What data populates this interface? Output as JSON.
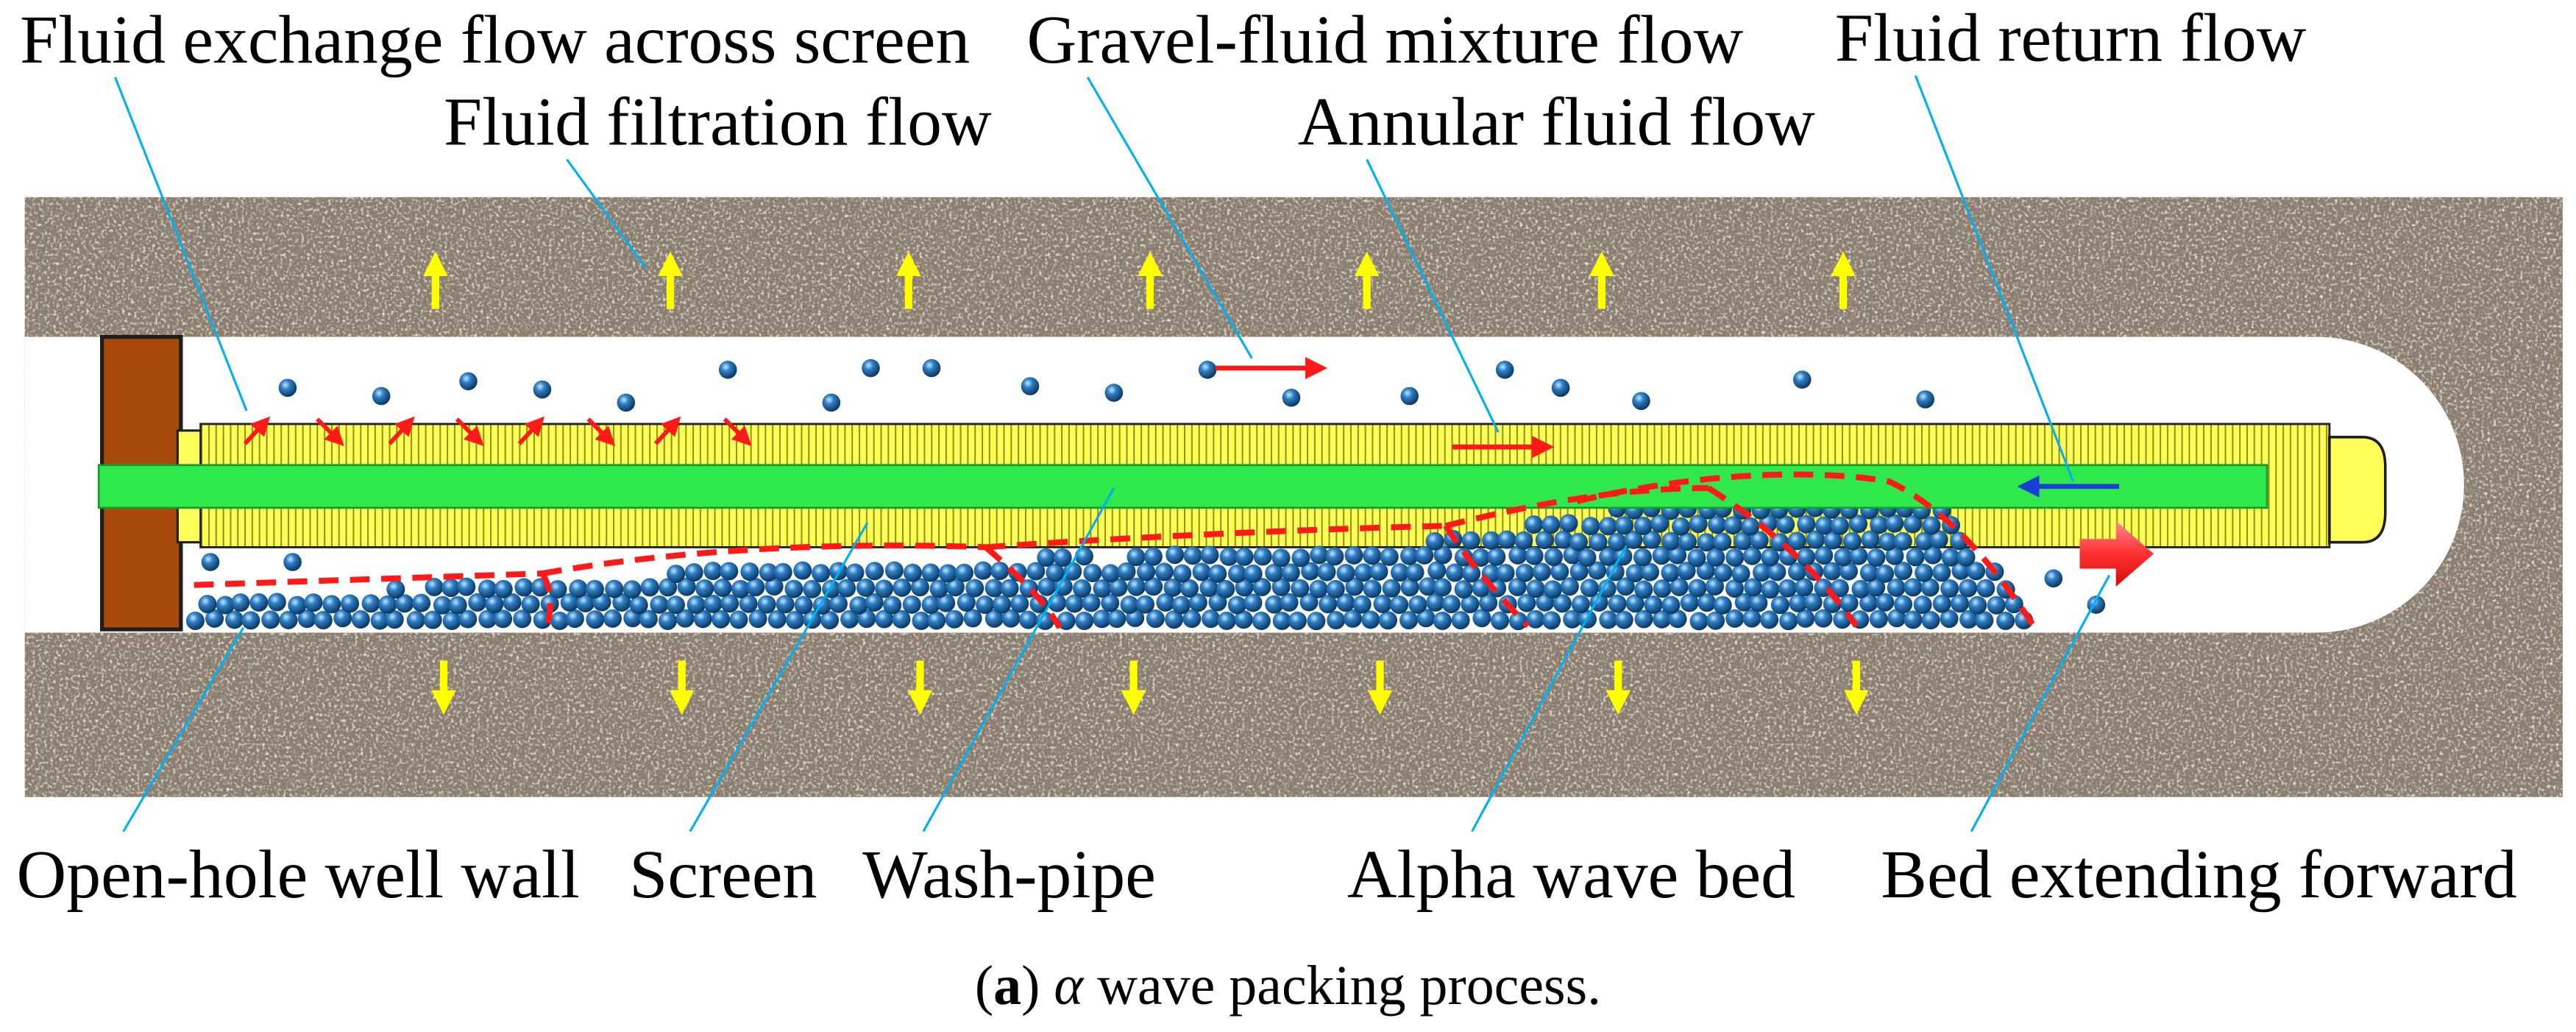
{
  "labels": {
    "fluid_exchange_flow": "Fluid exchange flow across screen",
    "gravel_fluid_mixture_flow": "Gravel-fluid mixture flow",
    "fluid_return_flow": "Fluid return flow",
    "fluid_filtration_flow": "Fluid filtration flow",
    "annular_fluid_flow": "Annular fluid flow",
    "open_hole_well_wall": "Open-hole well wall",
    "screen": "Screen",
    "wash_pipe": "Wash-pipe",
    "alpha_wave_bed": "Alpha wave bed",
    "bed_extending_forward": "Bed extending forward"
  },
  "caption": {
    "open": "(",
    "panel": "a",
    "close": ")",
    "symbol": "α",
    "text": "wave packing process."
  },
  "colors": {
    "formation": "#8a7d6d",
    "wellbore": "#ffffff",
    "packer": "#a84a0c",
    "screen": "#ffff5a",
    "wash_pipe": "#2ee84c",
    "gravel": "#2e7fc6",
    "bed_front": "#ff1a1a",
    "flow_arrows": "#ff1a1a",
    "filtration_arrows": "#ffff00",
    "return_arrow": "#1a3fd6",
    "leader_lines": "#00b0f0"
  }
}
